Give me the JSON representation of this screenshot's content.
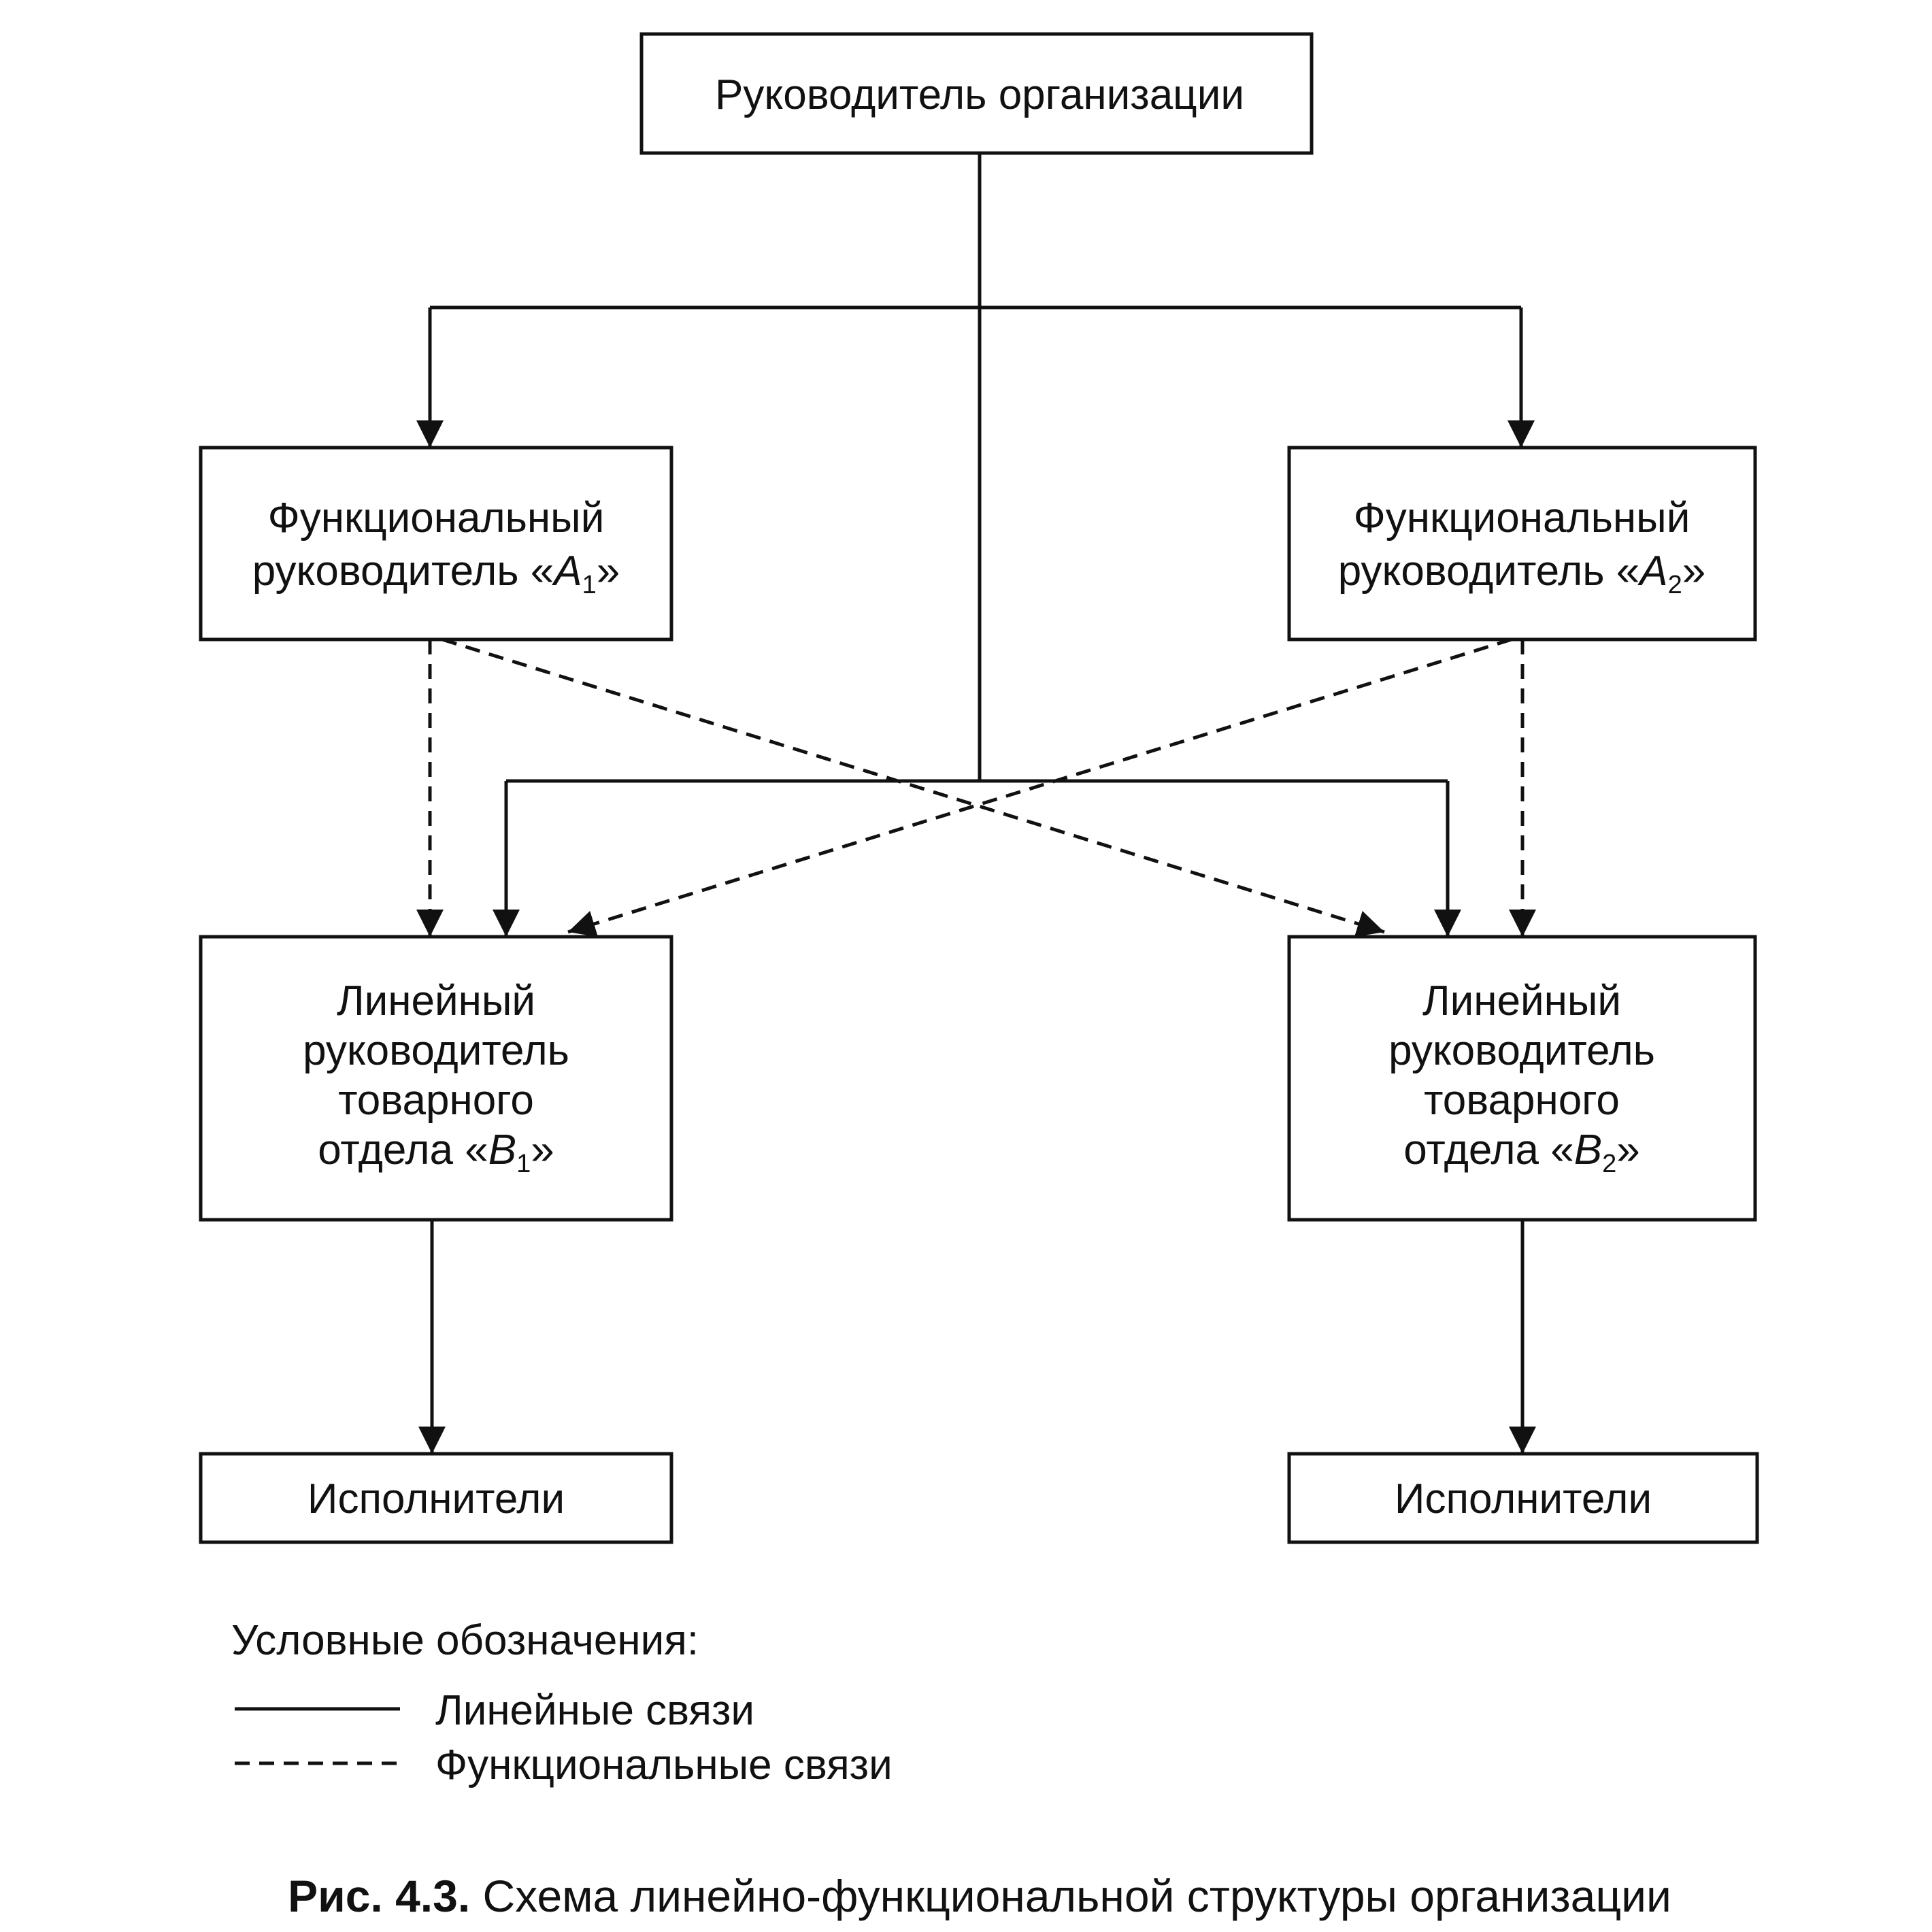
{
  "nodes": {
    "head": {
      "label": "Руководитель организации"
    },
    "func_a1": {
      "line1": "Функциональный",
      "line2_prefix": "руководитель «",
      "letter": "A",
      "sub": "1",
      "suffix": "»"
    },
    "func_a2": {
      "line1": "Функциональный",
      "line2_prefix": "руководитель «",
      "letter": "A",
      "sub": "2",
      "suffix": "»"
    },
    "line_b1": {
      "line1": "Линейный",
      "line2": "руководитель",
      "line3": "товарного",
      "line4_prefix": "отдела «",
      "letter": "B",
      "sub": "1",
      "suffix": "»"
    },
    "line_b2": {
      "line1": "Линейный",
      "line2": "руководитель",
      "line3": "товарного",
      "line4_prefix": "отдела «",
      "letter": "B",
      "sub": "2",
      "suffix": "»"
    },
    "exec_1": {
      "label": "Исполнители"
    },
    "exec_2": {
      "label": "Исполнители"
    }
  },
  "legend": {
    "title": "Условные обозначения:",
    "linear": "Линейные связи",
    "functional": "Функциональные связи"
  },
  "caption": {
    "number": "Рис. 4.3.",
    "text": "Схема линейно-функциональной структуры организации"
  }
}
